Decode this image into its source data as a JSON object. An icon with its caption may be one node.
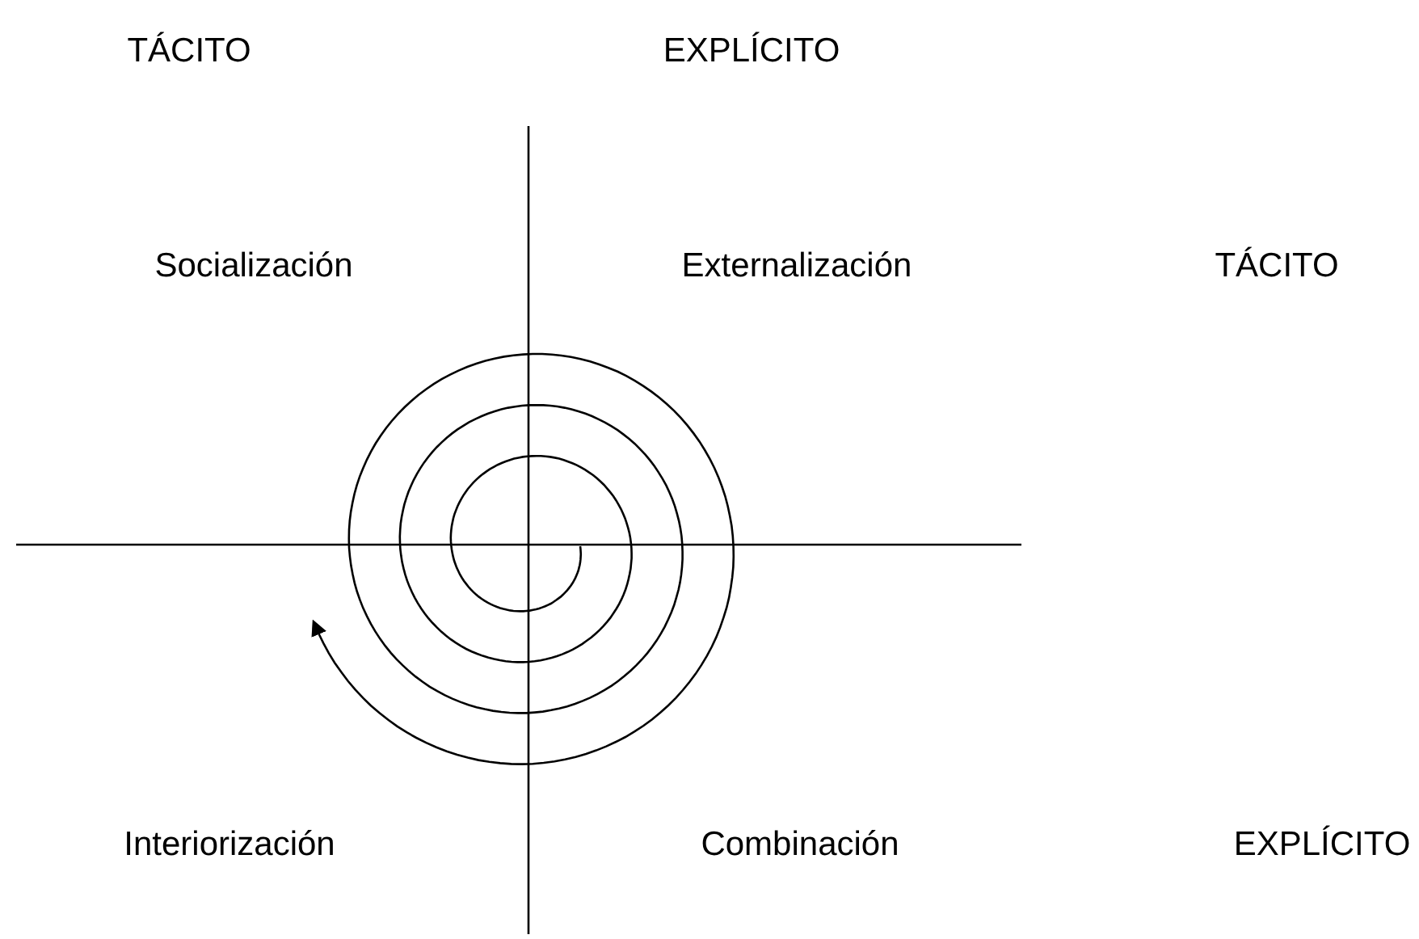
{
  "diagram": {
    "labels": [
      "TÁCITO",
      "EXPLÍCITO",
      "Socialización",
      "Externalización",
      "TÁCITO",
      "Interiorización",
      "Combinación",
      "EXPLÍCITO"
    ]
  }
}
